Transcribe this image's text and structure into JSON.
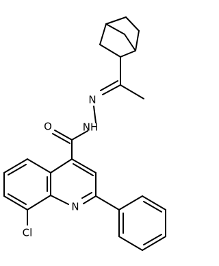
{
  "structure": {
    "atoms": {
      "oxygen": "O",
      "hydrazide_nh": "NH",
      "hydrazone_n": "N",
      "ring_nitrogen": "N",
      "chlorine": "Cl"
    },
    "colors": {
      "bond": "#000000",
      "label": "#000000",
      "background": "#ffffff"
    }
  }
}
